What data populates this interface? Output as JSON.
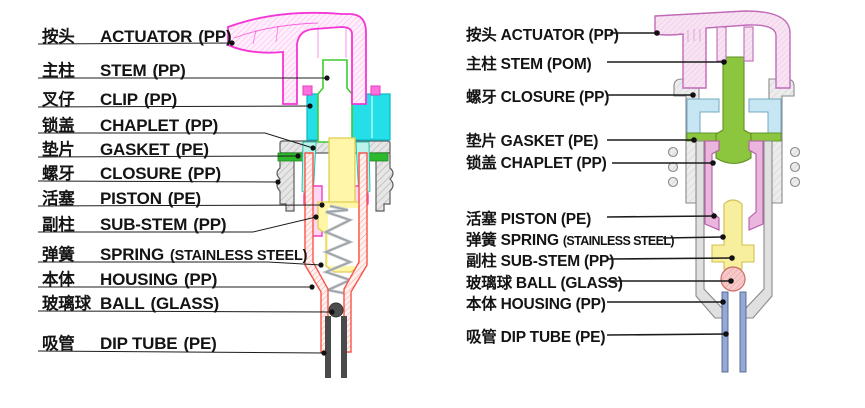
{
  "figure": {
    "type": "pump-dispenser-cross-section-parts-diagram",
    "panel_count": 2
  },
  "left_panel": {
    "labels": [
      {
        "cn": "按头",
        "en": "ACTUATOR",
        "mat": "(PP)"
      },
      {
        "cn": "主柱",
        "en": "STEM",
        "mat": "(PP)"
      },
      {
        "cn": "叉仔",
        "en": "CLIP",
        "mat": "(PP)"
      },
      {
        "cn": "锁盖",
        "en": "CHAPLET",
        "mat": "(PP)"
      },
      {
        "cn": "垫片",
        "en": "GASKET",
        "mat": "(PE)"
      },
      {
        "cn": "螺牙",
        "en": "CLOSURE",
        "mat": "(PP)"
      },
      {
        "cn": "活塞",
        "en": "PISTON",
        "mat": "(PE)"
      },
      {
        "cn": "副柱",
        "en": "SUB-STEM",
        "mat": "(PP)"
      },
      {
        "cn": "弹簧",
        "en": "SPRING",
        "mat": "(STAINLESS STEEL)"
      },
      {
        "cn": "本体",
        "en": "HOUSING",
        "mat": "(PP)"
      },
      {
        "cn": "玻璃球",
        "en": "BALL",
        "mat": "(GLASS)"
      },
      {
        "cn": "吸管",
        "en": "DIP TUBE",
        "mat": "(PE)"
      }
    ]
  },
  "right_panel": {
    "labels": [
      {
        "cn": "按头",
        "en": "ACTUATOR",
        "mat": "(PP)"
      },
      {
        "cn": "主柱",
        "en": "STEM",
        "mat": "(POM)"
      },
      {
        "cn": "螺牙",
        "en": "CLOSURE",
        "mat": "(PP)"
      },
      {
        "cn": "垫片",
        "en": "GASKET",
        "mat": "(PE)"
      },
      {
        "cn": "锁盖",
        "en": "CHAPLET",
        "mat": "(PP)"
      },
      {
        "cn": "活塞",
        "en": "PISTON",
        "mat": "(PE)"
      },
      {
        "cn": "弹簧",
        "en": "SPRING",
        "mat": "(STAINLESS STEEL)"
      },
      {
        "cn": "副柱",
        "en": "SUB-STEM",
        "mat": "(PP)"
      },
      {
        "cn": "玻璃球",
        "en": "BALL",
        "mat": "(GLASS)"
      },
      {
        "cn": "本体",
        "en": "HOUSING",
        "mat": "(PP)"
      },
      {
        "cn": "吸管",
        "en": "DIP TUBE",
        "mat": "(PE)"
      }
    ]
  },
  "colors": {
    "label_text": "#141414",
    "leader_line": "#1c1c1c",
    "left_actuator_magenta": "#F436D6",
    "left_clip_cyan": "#25DFE8",
    "left_stem_green": "#3ECC2E",
    "left_gasket_green": "#2EB82E",
    "left_closure_gray": "#9A9A9A",
    "left_piston_magenta": "#F23DC6",
    "left_substem_yellow": "#E0CF52",
    "left_spring_gray": "#9AA0A4",
    "left_housing_red": "#F4564A",
    "left_ball_dark": "#4D4D4D",
    "left_diptube_dark": "#4A4A4A",
    "right_actuator_pink": "#C06AB8",
    "right_stem_green": "#8CC63F",
    "right_closure_gray": "#8A8A8A",
    "right_chaplet_blue": "#C5E6F2",
    "right_gasket_green": "#8CC63F",
    "right_piston_pink": "#B55BA4",
    "right_substem_yellow": "#F7EF9E",
    "right_ball_pink": "#F5BABA",
    "right_housing_gray": "#E0E0E0",
    "right_diptube_blue": "#93A9D6"
  }
}
